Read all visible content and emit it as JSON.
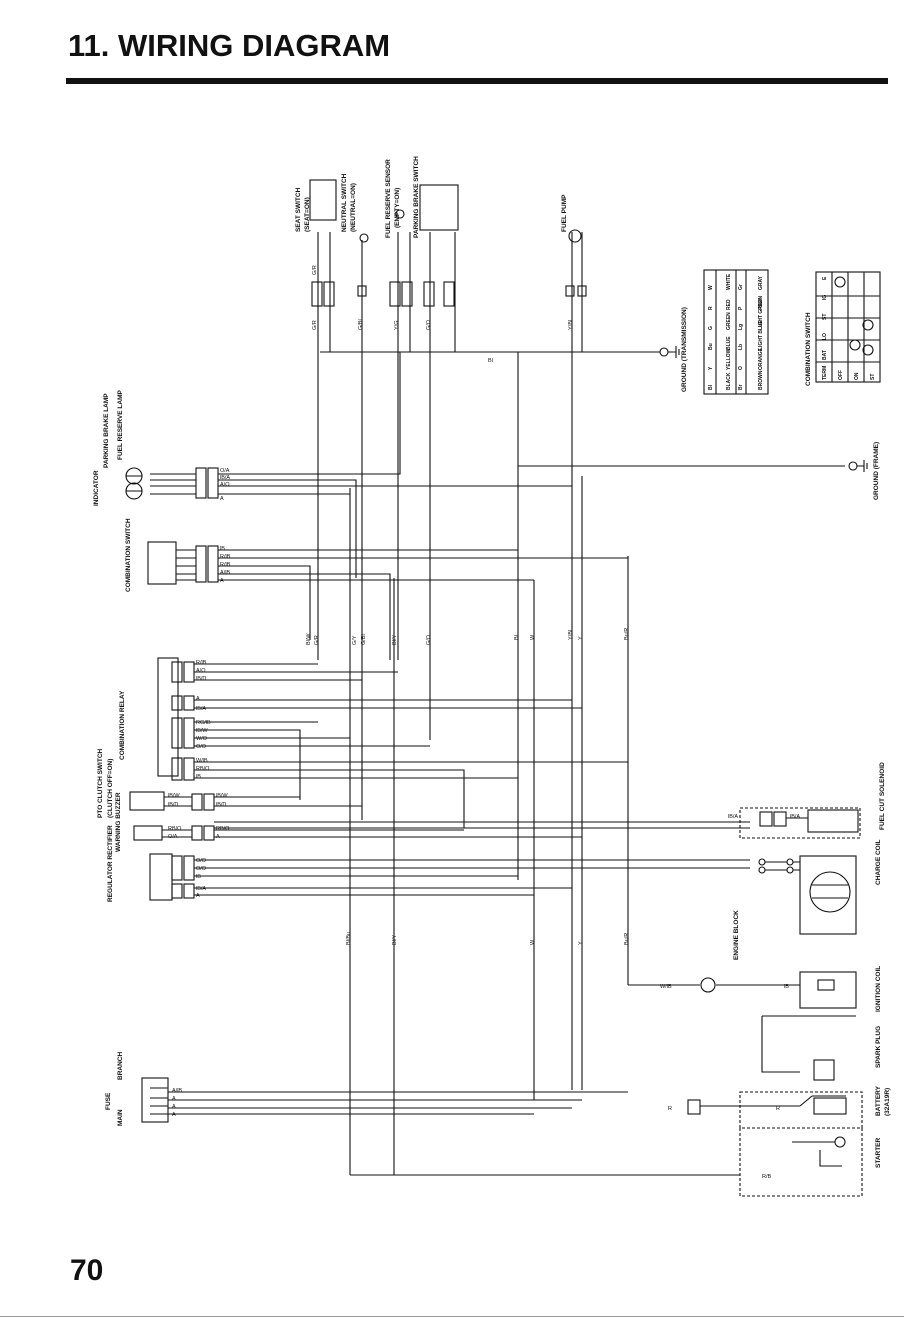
{
  "header": {
    "title": "11. WIRING DIAGRAM"
  },
  "footer": {
    "page_number": "70"
  },
  "components": {
    "seat_switch": "SEAT SWITCH",
    "seat_switch_state": "(SEAT=ON)",
    "neutral_switch": "NEUTRAL SWITCH",
    "neutral_switch_state": "(NEUTRAL=ON)",
    "fuel_reserve_sensor": "FUEL RESERVE SENSOR",
    "fuel_reserve_sensor_state": "(EMPTY=ON)",
    "parking_brake_switch": "PARKING BRAKE SWITCH",
    "fuel_pump": "FUEL PUMP",
    "ground_transmission": "GROUND (TRANSMISSION)",
    "ground_frame": "GROUND (FRAME)",
    "combination_switch_right": "COMBINATION SWITCH",
    "indicator": "INDICATOR",
    "parking_brake_lamp": "PARKING BRAKE LAMP",
    "fuel_reserve_lamp": "FUEL RESERVE LAMP",
    "combination_switch_left": "COMBINATION SWITCH",
    "combination_relay": "COMBINATION RELAY",
    "pto_clutch_switch": "PTO CLUTCH SWITCH",
    "pto_clutch_state": "(CLUTCH OFF=ON)",
    "warning_buzzer": "WARNING BUZZER",
    "regulator_rectifier": "REGULATOR RECTIFIER",
    "fuse": "FUSE",
    "fuse_main": "MAIN",
    "fuse_branch": "BRANCH",
    "fuel_cut_solenoid": "FUEL CUT SOLENOID",
    "charge_coil": "CHARGE COIL",
    "engine_block": "ENGINE BLOCK",
    "ignition_coil": "IGNITION COIL",
    "spark_plug": "SPARK PLUG",
    "battery": "BATTERY",
    "battery_spec": "(32A19R)",
    "starter": "STARTER"
  },
  "wire_labels": {
    "g_r": "G/R",
    "bl": "Bl",
    "g_bl": "G/Bl",
    "y_g": "Y/G",
    "g": "G",
    "g_o": "G/O",
    "bu_bl": "Bu/Bl",
    "y_bl": "Y/Bl",
    "bl_y": "Bl/Y",
    "bl_w": "Bl/W",
    "g_y": "G/Y",
    "w": "W",
    "y": "Y",
    "bu_r": "Bu/R",
    "bl_bu": "Bl/Bu",
    "r": "R",
    "o_a": "O/A",
    "lb_a": "lB/A",
    "a_o": "A/O",
    "a": "A",
    "lb": "lB",
    "r_lb": "R/lB",
    "a_lb": "A/lB",
    "rg_lb": "RG/lB",
    "lb_w": "lB/W",
    "w_o": "W/O",
    "o_o": "O/O",
    "w_lb": "W/lB",
    "rb_o": "RB/O",
    "lb_d": "lB/D",
    "r_b": "R/B"
  },
  "color_legend": {
    "title": "",
    "rows": [
      [
        "Bl",
        "BLACK",
        "Br",
        "BROWN"
      ],
      [
        "Y",
        "YELLOW",
        "O",
        "ORANGE"
      ],
      [
        "Bu",
        "BLUE",
        "Lb",
        "LIGHT BLUE"
      ],
      [
        "G",
        "GREEN",
        "Lg",
        "LIGHT GREEN"
      ],
      [
        "R",
        "RED",
        "P",
        "PINK"
      ],
      [
        "W",
        "WHITE",
        "Gr",
        "GRAY"
      ]
    ]
  },
  "switch_table": {
    "columns": [
      "TERM",
      "BAT",
      "LO",
      "ST",
      "IG",
      "E"
    ],
    "rows": [
      "OFF",
      "ON",
      "ST"
    ]
  },
  "colors": {
    "ink": "#111111",
    "paper": "#ffffff"
  }
}
